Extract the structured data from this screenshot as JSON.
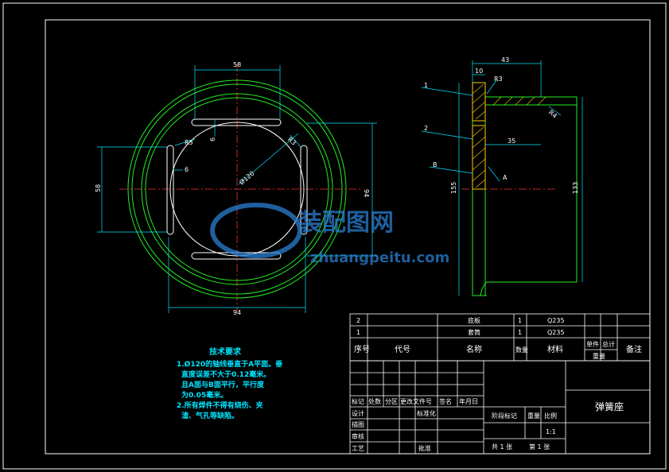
{
  "drawing": {
    "dims_front": {
      "top_width": "58",
      "left_height": "58",
      "slot_width": "6",
      "slot_gap": "6",
      "radius_small": "R3",
      "radius_large": "R3",
      "diameter": "Ø120",
      "right_height": "94",
      "bottom_width": "94"
    },
    "dims_side": {
      "top_width": "43",
      "flange_thk": "10",
      "radius_top": "R3",
      "radius_right": "R4",
      "inner_width": "35",
      "height_left": "155",
      "height_right": "133",
      "datum": "A",
      "leader_1": "1",
      "leader_2": "2",
      "leader_3": "B"
    },
    "tech_req": {
      "title": "技术要求",
      "lines": [
        "1.Ø120的轴线垂直于A平面。垂",
        "直度误差不大于0.12毫米。",
        "且A面与B面平行，平行度",
        "为0.05毫米。",
        "2.所有焊件不得有烧伤、夹",
        "渣、气孔等缺陷。"
      ]
    },
    "bom": {
      "rows": [
        {
          "seq": "2",
          "code": "",
          "name": "底板",
          "qty": "1",
          "material": "Q235"
        },
        {
          "seq": "1",
          "code": "",
          "name": "套筒",
          "qty": "1",
          "material": "Q235"
        }
      ],
      "header": {
        "seq": "序号",
        "code": "代号",
        "name": "名称",
        "qty": "数量",
        "material": "材料",
        "unit": "单件",
        "total": "总计",
        "weight": "重量",
        "note": "备注"
      }
    },
    "title_block": {
      "part_name": "弹簧座",
      "mark": "标记",
      "count": "处数",
      "zone": "分区",
      "change_doc": "更改文件号",
      "sign": "签名",
      "date": "年月日",
      "design": "设计",
      "standardize": "标准化",
      "drawing": "描图",
      "review": "审核",
      "process": "工艺",
      "approve": "批准",
      "stage": "阶段标记",
      "weight": "重量",
      "scale": "比例",
      "scale_val": "1:1",
      "sheets": "共 1 张",
      "sheet": "第 1 张"
    },
    "watermark": {
      "cn": "装配图网",
      "url": "zhuangpeitu.com"
    }
  }
}
